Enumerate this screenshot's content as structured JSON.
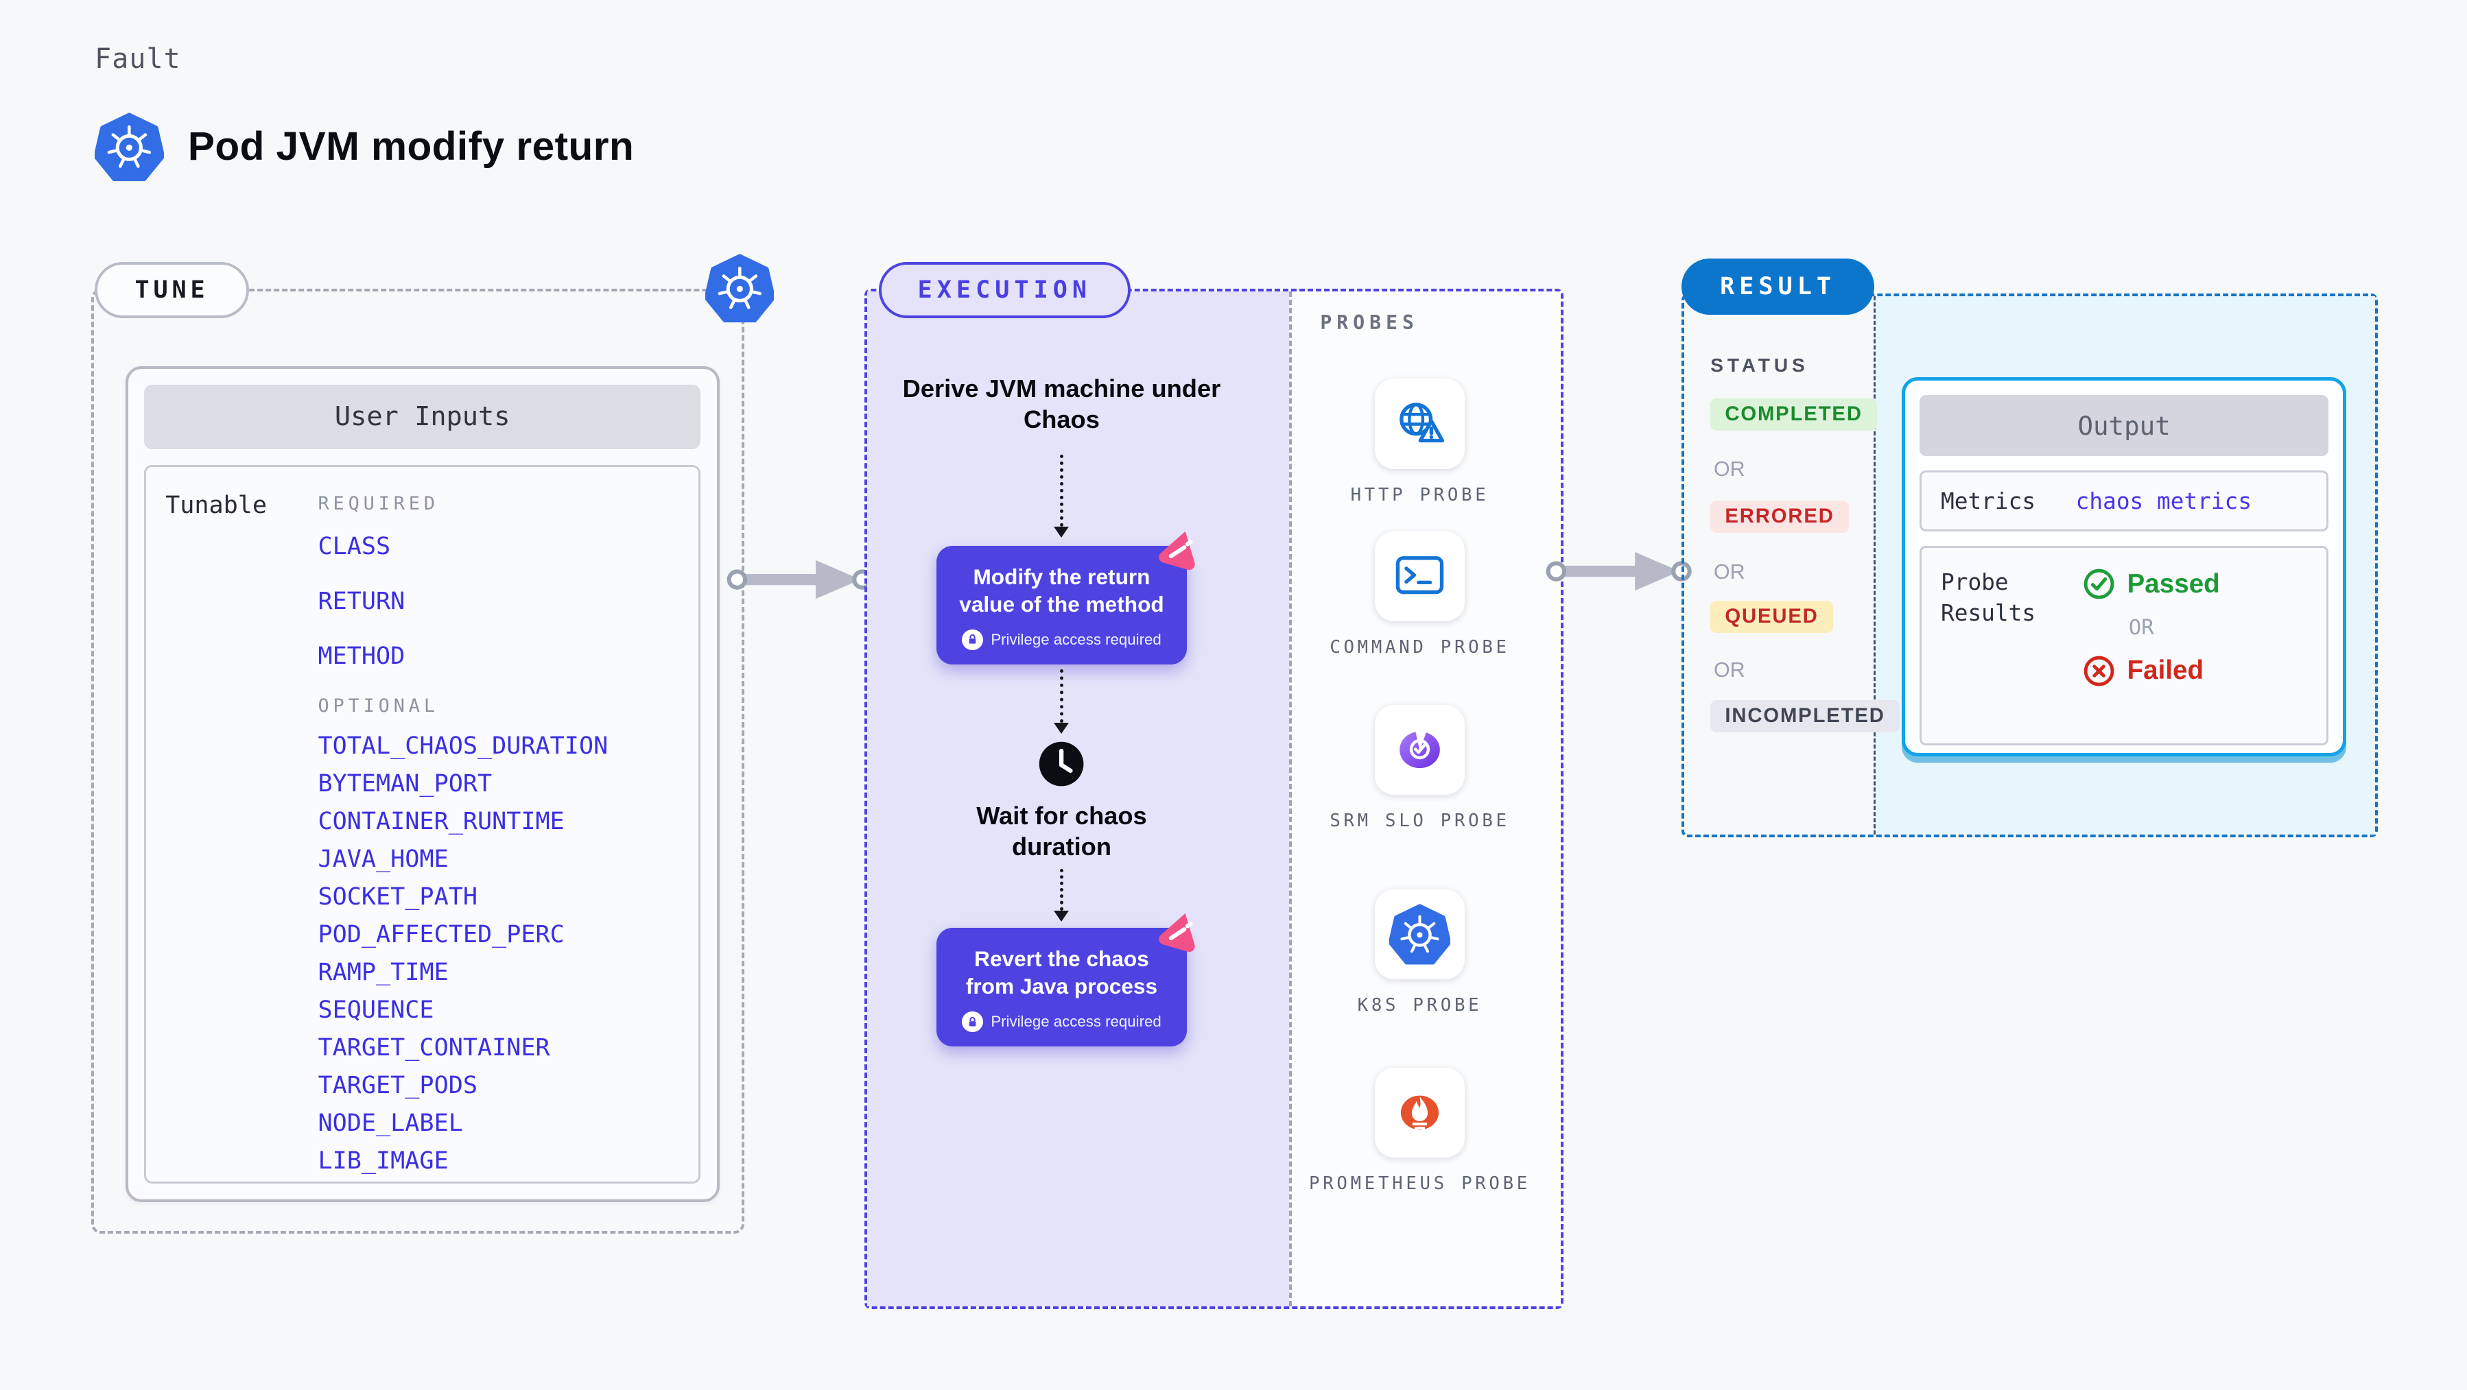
{
  "header": {
    "eyebrow": "Fault",
    "title": "Pod JVM modify return",
    "logo": "kubernetes-icon"
  },
  "tune": {
    "pill": "TUNE",
    "corner_icon": "kubernetes-icon",
    "card": {
      "header": "User Inputs",
      "row_label": "Tunable",
      "required_label": "REQUIRED",
      "required": [
        "CLASS",
        "RETURN",
        "METHOD"
      ],
      "optional_label": "OPTIONAL",
      "optional": [
        "TOTAL_CHAOS_DURATION",
        "BYTEMAN_PORT",
        "CONTAINER_RUNTIME",
        "JAVA_HOME",
        "SOCKET_PATH",
        "POD_AFFECTED_PERC",
        "RAMP_TIME",
        "SEQUENCE",
        "TARGET_CONTAINER",
        "TARGET_PODS",
        "NODE_LABEL",
        "LIB_IMAGE"
      ]
    }
  },
  "execution": {
    "pill": "EXECUTION",
    "step1": "Derive JVM machine under Chaos",
    "node1": {
      "label": "Modify the return value of the method",
      "badge": "Privilege access required",
      "icon": "lock-icon",
      "corner_icon": "litmus-chaos-icon"
    },
    "wait": {
      "label": "Wait for chaos duration",
      "icon": "clock-icon"
    },
    "node2": {
      "label": "Revert the chaos from Java process",
      "badge": "Privilege access required",
      "icon": "lock-icon",
      "corner_icon": "litmus-chaos-icon"
    }
  },
  "probes": {
    "label": "PROBES",
    "items": [
      {
        "label": "HTTP PROBE",
        "icon": "http-probe-icon"
      },
      {
        "label": "COMMAND PROBE",
        "icon": "command-probe-icon"
      },
      {
        "label": "SRM SLO PROBE",
        "icon": "srm-slo-probe-icon"
      },
      {
        "label": "K8S PROBE",
        "icon": "k8s-probe-icon"
      },
      {
        "label": "PROMETHEUS PROBE",
        "icon": "prometheus-probe-icon"
      }
    ]
  },
  "result": {
    "pill": "RESULT",
    "status_label": "STATUS",
    "or": "OR",
    "statuses": [
      {
        "label": "COMPLETED",
        "color": "#1a8a2e",
        "bg": "#dcf3da"
      },
      {
        "label": "ERRORED",
        "color": "#c52727",
        "bg": "#fbe5e5"
      },
      {
        "label": "QUEUED",
        "color": "#c32828",
        "bg": "#fceebb"
      },
      {
        "label": "INCOMPLETED",
        "color": "#3f4554",
        "bg": "#e7e8ef"
      }
    ],
    "output": {
      "header": "Output",
      "metrics_label": "Metrics",
      "metrics_value": "chaos metrics",
      "probe_results_label": "Probe Results",
      "passed": "Passed",
      "failed": "Failed"
    }
  },
  "colors": {
    "page_bg": "#f7f8fa",
    "kubernetes_blue": "#326de6",
    "execution_indigo": "#4d43e0",
    "execution_lavender": "#e4e3f9",
    "node_purple": "#4e43e1",
    "litmus_pink": "#f25187",
    "result_blue": "#0b76cc",
    "result_light_blue": "#e7f5fc",
    "output_cyan_border": "#12a3e8",
    "tunable_link_indigo": "#3b2fe2",
    "passed_green": "#1b9b36",
    "failed_red": "#d2271b",
    "probe_icon_blue": "#1374d6",
    "prometheus_orange": "#e6522c"
  }
}
